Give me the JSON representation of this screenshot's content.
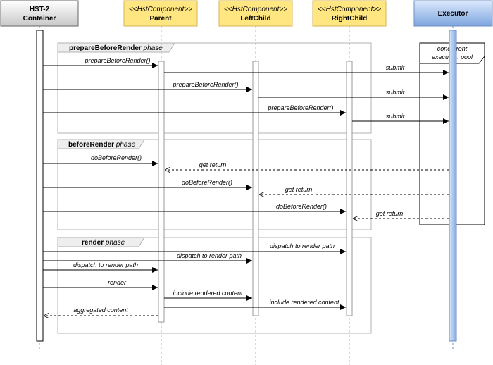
{
  "participants": {
    "container": {
      "line1": "HST-2",
      "line2": "Container"
    },
    "parent": {
      "stereotype": "<<HstComponent>>",
      "name": "Parent"
    },
    "leftchild": {
      "stereotype": "<<HstComponent>>",
      "name": "LeftChild"
    },
    "rightchild": {
      "stereotype": "<<HstComponent>>",
      "name": "RightChild"
    },
    "executor": {
      "name": "Executor"
    }
  },
  "pool": {
    "line1": "concurrent",
    "line2": "execution pool"
  },
  "phases": {
    "prepare": {
      "bold": "prepareBeforeRender",
      "rest": " phase"
    },
    "before": {
      "bold": "beforeRender",
      "rest": " phase"
    },
    "render": {
      "bold": "render",
      "rest": " phase"
    }
  },
  "messages": {
    "m1": "prepareBeforeRender()",
    "m2": "submit",
    "m3": "prepareBeforeRender()",
    "m4": "submit",
    "m5": "prepareBeforeRender()",
    "m6": "submit",
    "m7": "doBeforeRender()",
    "m8": "get return",
    "m9": "doBeforeRender()",
    "m10": "get return",
    "m11": "doBeforeRender()",
    "m12": "get return",
    "m13": "dispatch to render path",
    "m14": "dispatch to render path",
    "m15": "dispatch to render path",
    "m16": "render",
    "m17": "include rendered content",
    "m18": "include rendered content",
    "m19": "aggregated content"
  },
  "colors": {
    "component_fill": "#ffe680",
    "component_stroke": "#d6b656",
    "executor_fill_top": "#dae8fc",
    "executor_fill_bottom": "#7ea6e0",
    "executor_stroke": "#6c8ebf",
    "lifeline": "#d6b656"
  }
}
